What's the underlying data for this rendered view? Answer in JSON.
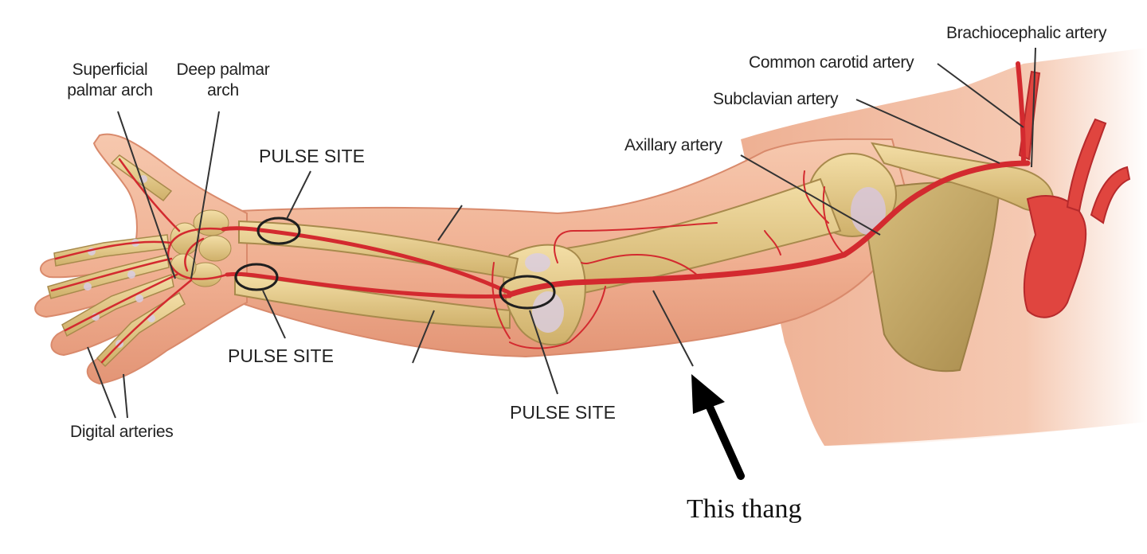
{
  "labels": {
    "superficial_palmar_arch_1": "Superficial",
    "superficial_palmar_arch_2": "palmar arch",
    "deep_palmar_arch_1": "Deep palmar",
    "deep_palmar_arch_2": "arch",
    "pulse_site_radial": "PULSE SITE",
    "pulse_site_ulnar": "PULSE SITE",
    "pulse_site_brachial": "PULSE SITE",
    "digital_arteries": "Digital arteries",
    "axillary_artery": "Axillary artery",
    "subclavian_artery": "Subclavian artery",
    "common_carotid_artery": "Common carotid artery",
    "brachiocephalic_artery": "Brachiocephalic artery"
  },
  "annotation": {
    "text": "This thang"
  },
  "colors": {
    "skin": "#f2b596",
    "skin_shadow": "#e49a7b",
    "bone": "#e9cf8e",
    "bone_shadow": "#c9ab62",
    "artery": "#d32a2f",
    "leader": "#333333",
    "annotation_arrow": "#000000"
  }
}
